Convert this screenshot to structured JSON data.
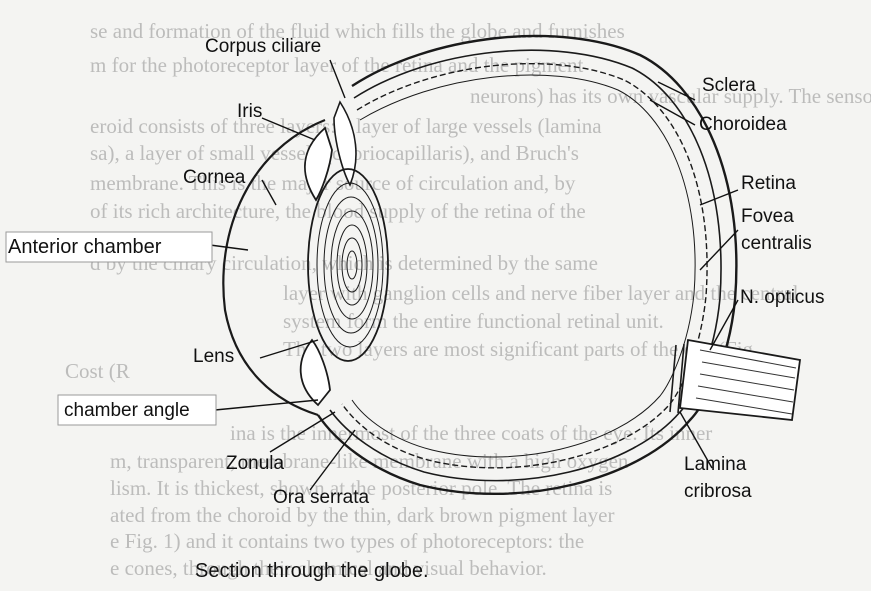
{
  "figure": {
    "caption": "Section through the globe.",
    "labels": {
      "corpus_ciliare": "Corpus ciliare",
      "iris": "Iris",
      "cornea": "Cornea",
      "anterior_chamber": "Anterior chamber",
      "lens": "Lens",
      "chamber_angle": "chamber angle",
      "zonula": "Zonula",
      "ora_serrata": "Ora serrata",
      "sclera": "Sclera",
      "choroidea": "Choroidea",
      "retina": "Retina",
      "fovea_line1": "Fovea",
      "fovea_line2": "centralis",
      "n_opticus": "N. opticus",
      "lamina_line1": "Lamina",
      "lamina_line2": "cribrosa"
    }
  },
  "background_text": [
    "se and formation of the fluid which fills the globe and furnishes",
    "m for the photoreceptor layer of the retina and the pigment",
    "neurons) has its own vascular supply. The sensory epithelium",
    "eroid consists of three layers: a layer of large vessels (lamina",
    "sa), a layer of small vessels (choriocapillaris), and Bruch's",
    "membrane. This is the major source of circulation and, by",
    "of its rich architecture, the blood supply of the retina of the",
    "d by the ciliary circulation, which is determined by the same",
    "layer with ganglion cells and nerve fiber layer and the central",
    "system form the entire functional retinal unit.",
    "The two layers are most significant parts of the eye (Fig.",
    "Cost (R",
    "ina is the innermost of the three coats of the eye. Its inner",
    "m, transparent, membrane-like membrane with a high oxygen",
    "lism. It is thickest, shown at the posterior pole. The retina is",
    "ated from the choroid by the thin, dark brown pigment layer",
    "e Fig. 1) and it contains two types of photoreceptors: the",
    "e cones, through their chemical and visual behavior."
  ]
}
